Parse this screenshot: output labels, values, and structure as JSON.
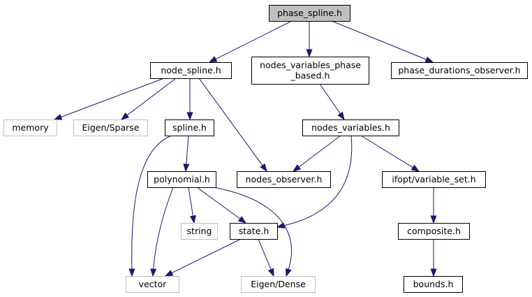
{
  "diagram": {
    "nodes": [
      {
        "id": "phase_spline",
        "lines": [
          "phase_spline.h"
        ],
        "kind": "root"
      },
      {
        "id": "node_spline",
        "lines": [
          "node_spline.h"
        ],
        "kind": "file"
      },
      {
        "id": "nodes_variables_phase_based",
        "lines": [
          "nodes_variables_phase",
          "_based.h"
        ],
        "kind": "file"
      },
      {
        "id": "phase_durations_observer",
        "lines": [
          "phase_durations_observer.h"
        ],
        "kind": "file"
      },
      {
        "id": "memory",
        "lines": [
          "memory"
        ],
        "kind": "external"
      },
      {
        "id": "eigen_sparse",
        "lines": [
          "Eigen/Sparse"
        ],
        "kind": "external"
      },
      {
        "id": "spline",
        "lines": [
          "spline.h"
        ],
        "kind": "file"
      },
      {
        "id": "nodes_variables",
        "lines": [
          "nodes_variables.h"
        ],
        "kind": "file"
      },
      {
        "id": "polynomial",
        "lines": [
          "polynomial.h"
        ],
        "kind": "file"
      },
      {
        "id": "nodes_observer",
        "lines": [
          "nodes_observer.h"
        ],
        "kind": "file"
      },
      {
        "id": "ifopt_variable_set",
        "lines": [
          "ifopt/variable_set.h"
        ],
        "kind": "file"
      },
      {
        "id": "string",
        "lines": [
          "string"
        ],
        "kind": "external"
      },
      {
        "id": "state",
        "lines": [
          "state.h"
        ],
        "kind": "file"
      },
      {
        "id": "composite",
        "lines": [
          "composite.h"
        ],
        "kind": "file"
      },
      {
        "id": "vector",
        "lines": [
          "vector"
        ],
        "kind": "external"
      },
      {
        "id": "eigen_dense",
        "lines": [
          "Eigen/Dense"
        ],
        "kind": "external"
      },
      {
        "id": "bounds",
        "lines": [
          "bounds.h"
        ],
        "kind": "file"
      }
    ],
    "edges": [
      {
        "from": "phase_spline",
        "to": "node_spline"
      },
      {
        "from": "phase_spline",
        "to": "nodes_variables_phase_based"
      },
      {
        "from": "phase_spline",
        "to": "phase_durations_observer"
      },
      {
        "from": "node_spline",
        "to": "memory"
      },
      {
        "from": "node_spline",
        "to": "eigen_sparse"
      },
      {
        "from": "node_spline",
        "to": "spline"
      },
      {
        "from": "node_spline",
        "to": "nodes_observer"
      },
      {
        "from": "nodes_variables_phase_based",
        "to": "nodes_variables"
      },
      {
        "from": "spline",
        "to": "polynomial"
      },
      {
        "from": "spline",
        "to": "vector"
      },
      {
        "from": "nodes_variables",
        "to": "nodes_observer"
      },
      {
        "from": "nodes_variables",
        "to": "state"
      },
      {
        "from": "nodes_variables",
        "to": "ifopt_variable_set"
      },
      {
        "from": "polynomial",
        "to": "string"
      },
      {
        "from": "polynomial",
        "to": "state"
      },
      {
        "from": "polynomial",
        "to": "vector"
      },
      {
        "from": "polynomial",
        "to": "eigen_dense"
      },
      {
        "from": "state",
        "to": "vector"
      },
      {
        "from": "state",
        "to": "eigen_dense"
      },
      {
        "from": "ifopt_variable_set",
        "to": "composite"
      },
      {
        "from": "composite",
        "to": "bounds"
      }
    ]
  }
}
